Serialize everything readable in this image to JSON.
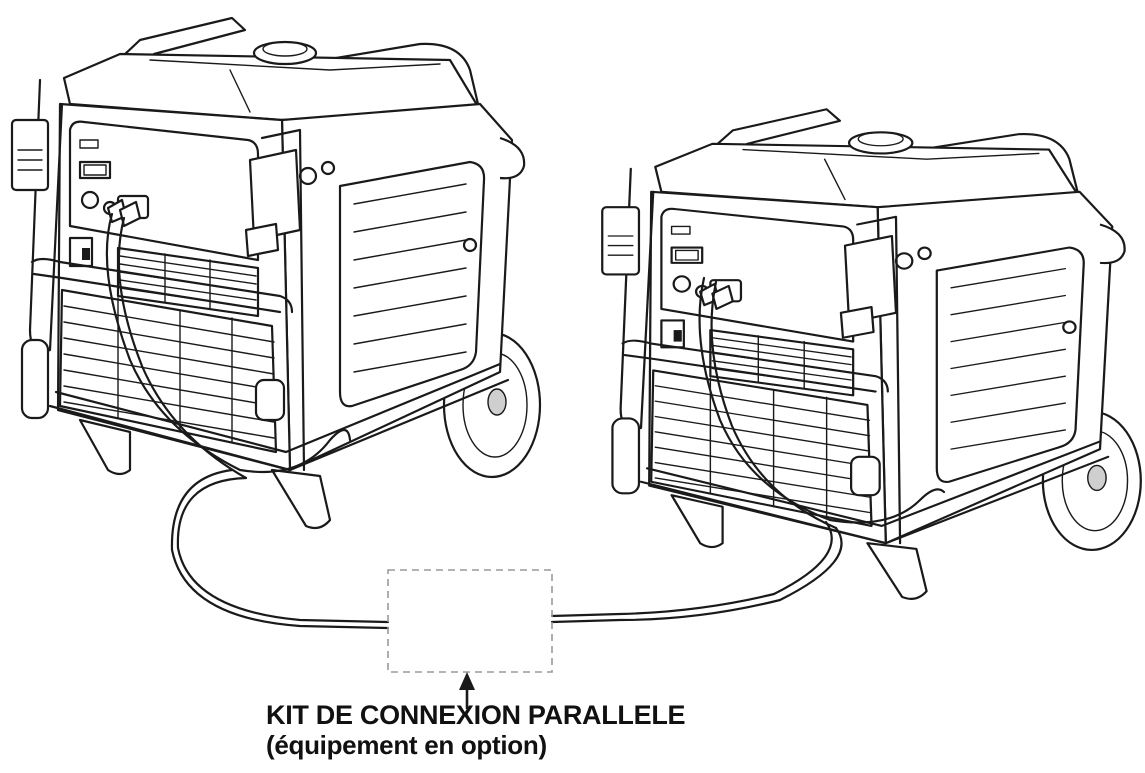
{
  "figure": {
    "callout_label": "KIT DE CONNEXION PARALLELE",
    "callout_sublabel": "(équipement en option)",
    "parts": [
      {
        "name": "generator-left",
        "type": "inverter-generator"
      },
      {
        "name": "generator-right",
        "type": "inverter-generator"
      },
      {
        "name": "parallel-connection-kit",
        "style": "dashed-box"
      },
      {
        "name": "parallel-cable-left"
      },
      {
        "name": "parallel-cable-right"
      },
      {
        "name": "callout-arrow"
      }
    ],
    "colors": {
      "line": "#1a1a1a",
      "kit_outline": "#9a9a9a",
      "background": "#ffffff"
    }
  }
}
